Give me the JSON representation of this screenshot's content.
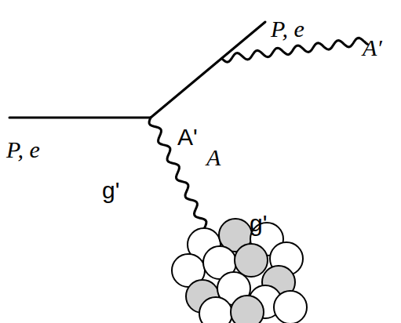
{
  "diagram": {
    "labels": [
      "P, e",
      "A′",
      "P, e",
      "A'",
      "A",
      "g'",
      "g'"
    ]
  }
}
